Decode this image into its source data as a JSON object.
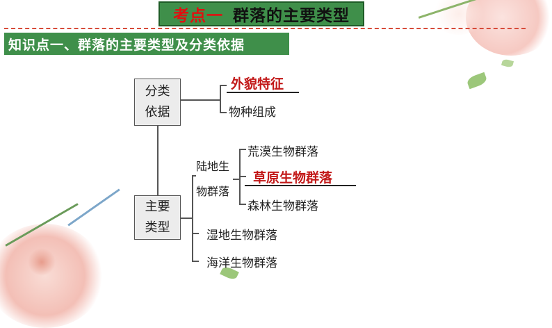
{
  "title": {
    "part1": "考点一",
    "part2": "群落的主要类型"
  },
  "subtitle": "知识点一、群落的主要类型及分类依据",
  "diagram": {
    "basis_node": {
      "line1": "分类",
      "line2": "依据"
    },
    "basis_items": {
      "appearance": "外貌特征",
      "species": "物种组成"
    },
    "type_node": {
      "line1": "主要",
      "line2": "类型"
    },
    "land": {
      "line1": "陆地生",
      "line2": "物群落"
    },
    "land_items": {
      "desert": "荒漠生物群落",
      "grassland": "草原生物群落",
      "forest": "森林生物群落"
    },
    "wetland": "湿地生物群落",
    "ocean": "海洋生物群落"
  },
  "colors": {
    "green_bar": "#3f8f4a",
    "highlight_red": "#c21818",
    "title_red": "#e01010"
  }
}
